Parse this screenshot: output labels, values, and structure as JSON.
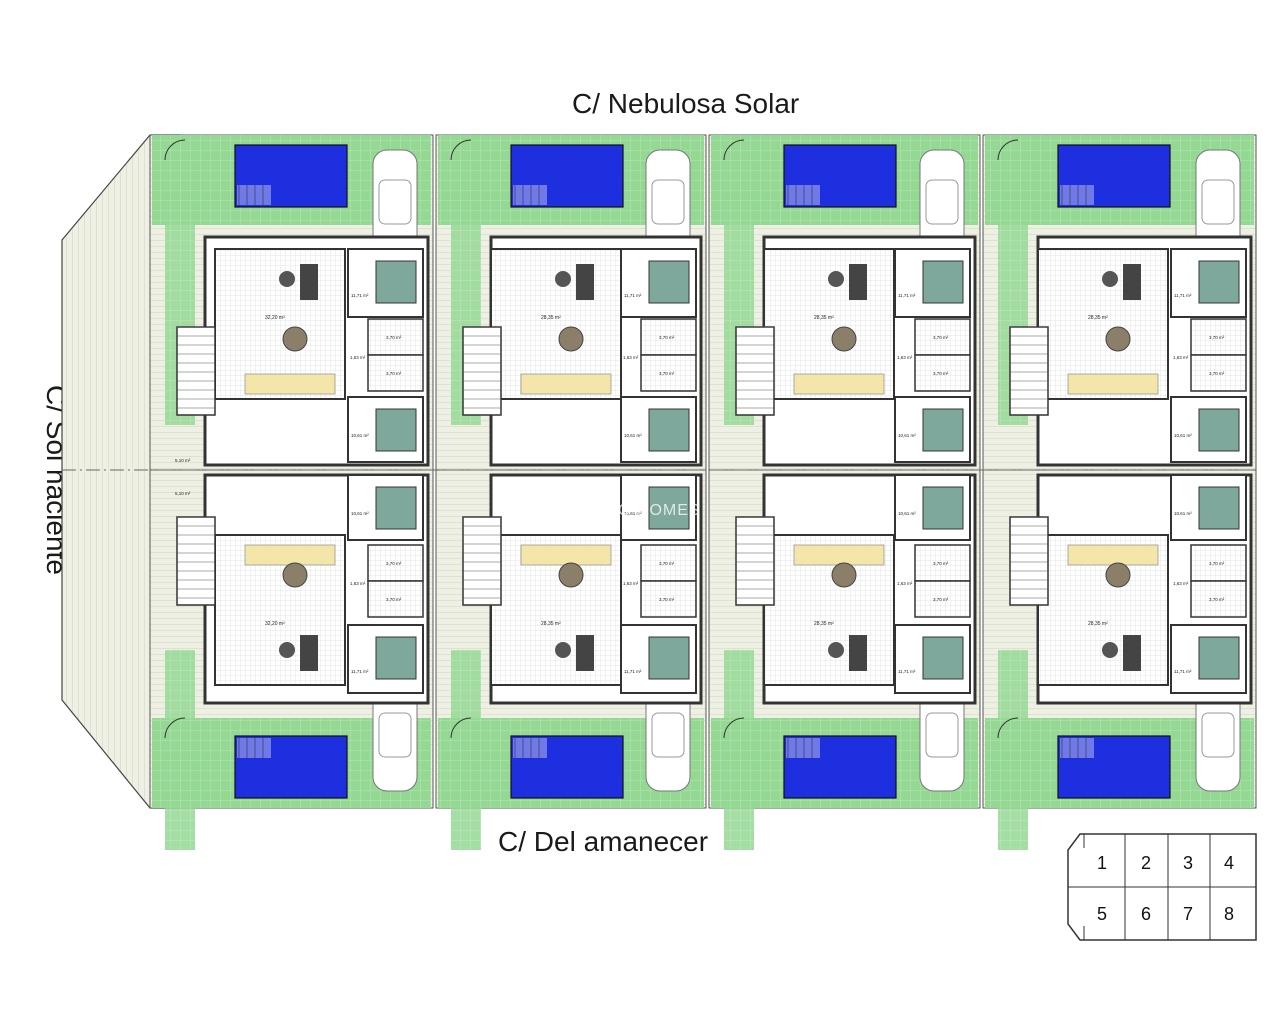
{
  "streets": {
    "top": "C/ Nebulosa Solar",
    "bottom": "C/ Del amanecer",
    "left": "C/ Sol naciente"
  },
  "watermark": "RE ROMO HOMES",
  "key": {
    "top_row": [
      "1",
      "2",
      "3",
      "4"
    ],
    "bottom_row": [
      "5",
      "6",
      "7",
      "8"
    ]
  },
  "colors": {
    "garden": "#8fd48f",
    "terrace": "#e6ead9",
    "pool": "#1e2fe0",
    "kitchen": "#f3e6a8",
    "bed": "#7fa89c",
    "wall": "#333333"
  },
  "units": [
    {
      "living_area": "32,20 m²",
      "bedroom_a": "11,71 m²",
      "bath_a": "3,70 m²",
      "bath_b": "3,70 m²",
      "hall": "1,63 m²",
      "bedroom_b": "10,61 m²",
      "small": "5,10 m²"
    },
    {
      "living_area": "28,35 m²",
      "bedroom_a": "11,71 m²",
      "bath_a": "3,70 m²",
      "bath_b": "3,70 m²",
      "hall": "1,63 m²",
      "bedroom_b": "10,61 m²",
      "small": ""
    },
    {
      "living_area": "28,35 m²",
      "bedroom_a": "11,71 m²",
      "bath_a": "3,70 m²",
      "bath_b": "3,70 m²",
      "hall": "1,63 m²",
      "bedroom_b": "10,61 m²",
      "small": ""
    },
    {
      "living_area": "28,35 m²",
      "bedroom_a": "11,71 m²",
      "bath_a": "3,70 m²",
      "bath_b": "3,70 m²",
      "hall": "1,63 m²",
      "bedroom_b": "10,61 m²",
      "small": ""
    },
    {
      "living_area": "32,20 m²",
      "bedroom_a": "11,71 m²",
      "bath_a": "3,70 m²",
      "bath_b": "3,70 m²",
      "hall": "1,63 m²",
      "bedroom_b": "10,61 m²",
      "small": "5,10 m²"
    },
    {
      "living_area": "28,35 m²",
      "bedroom_a": "11,71 m²",
      "bath_a": "3,70 m²",
      "bath_b": "3,70 m²",
      "hall": "1,63 m²",
      "bedroom_b": "10,61 m²",
      "small": ""
    },
    {
      "living_area": "28,35 m²",
      "bedroom_a": "11,71 m²",
      "bath_a": "3,70 m²",
      "bath_b": "3,70 m²",
      "hall": "1,63 m²",
      "bedroom_b": "10,61 m²",
      "small": ""
    },
    {
      "living_area": "28,35 m²",
      "bedroom_a": "11,71 m²",
      "bath_a": "3,70 m²",
      "bath_b": "3,70 m²",
      "hall": "1,63 m²",
      "bedroom_b": "10,61 m²",
      "small": ""
    }
  ]
}
